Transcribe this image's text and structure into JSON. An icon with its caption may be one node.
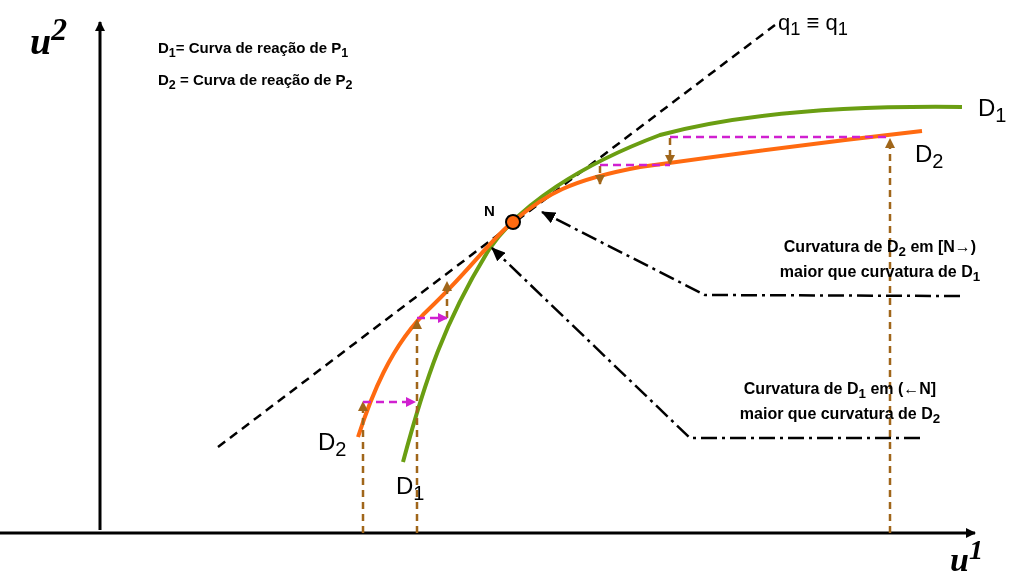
{
  "diagram": {
    "nodes": [
      {
        "text": [
          "Curvatura de D$_{2}$ em [N→) maior que curvatura de D$_{1}$"
        ]
      },
      {
        "text": [
          "Curvatura de D$_{1}$ em (←N] maior que curvatura de D$_{2}$"
        ]
      }
    ],
    "edges": [
      {
        "from": 0,
        "to": null,
        "arrow": "to",
        "style": "dashed"
      },
      {
        "from": 1,
        "to": null,
        "arrow": "to",
        "style": "dashed"
      }
    ],
    "labels": [
      "u$^{2}$",
      "D$_{1}$= Curva de reação de P$_{1}$",
      "D$_{2}$ = Curva de reação de P$_{2}$",
      "q$_{1}$ ≡ q$_{1}$",
      "D$_{1}$",
      "D$_{2}$",
      "N",
      "D$_{2}$",
      "D$_{1}$",
      "u$^{1}$"
    ]
  }
}
